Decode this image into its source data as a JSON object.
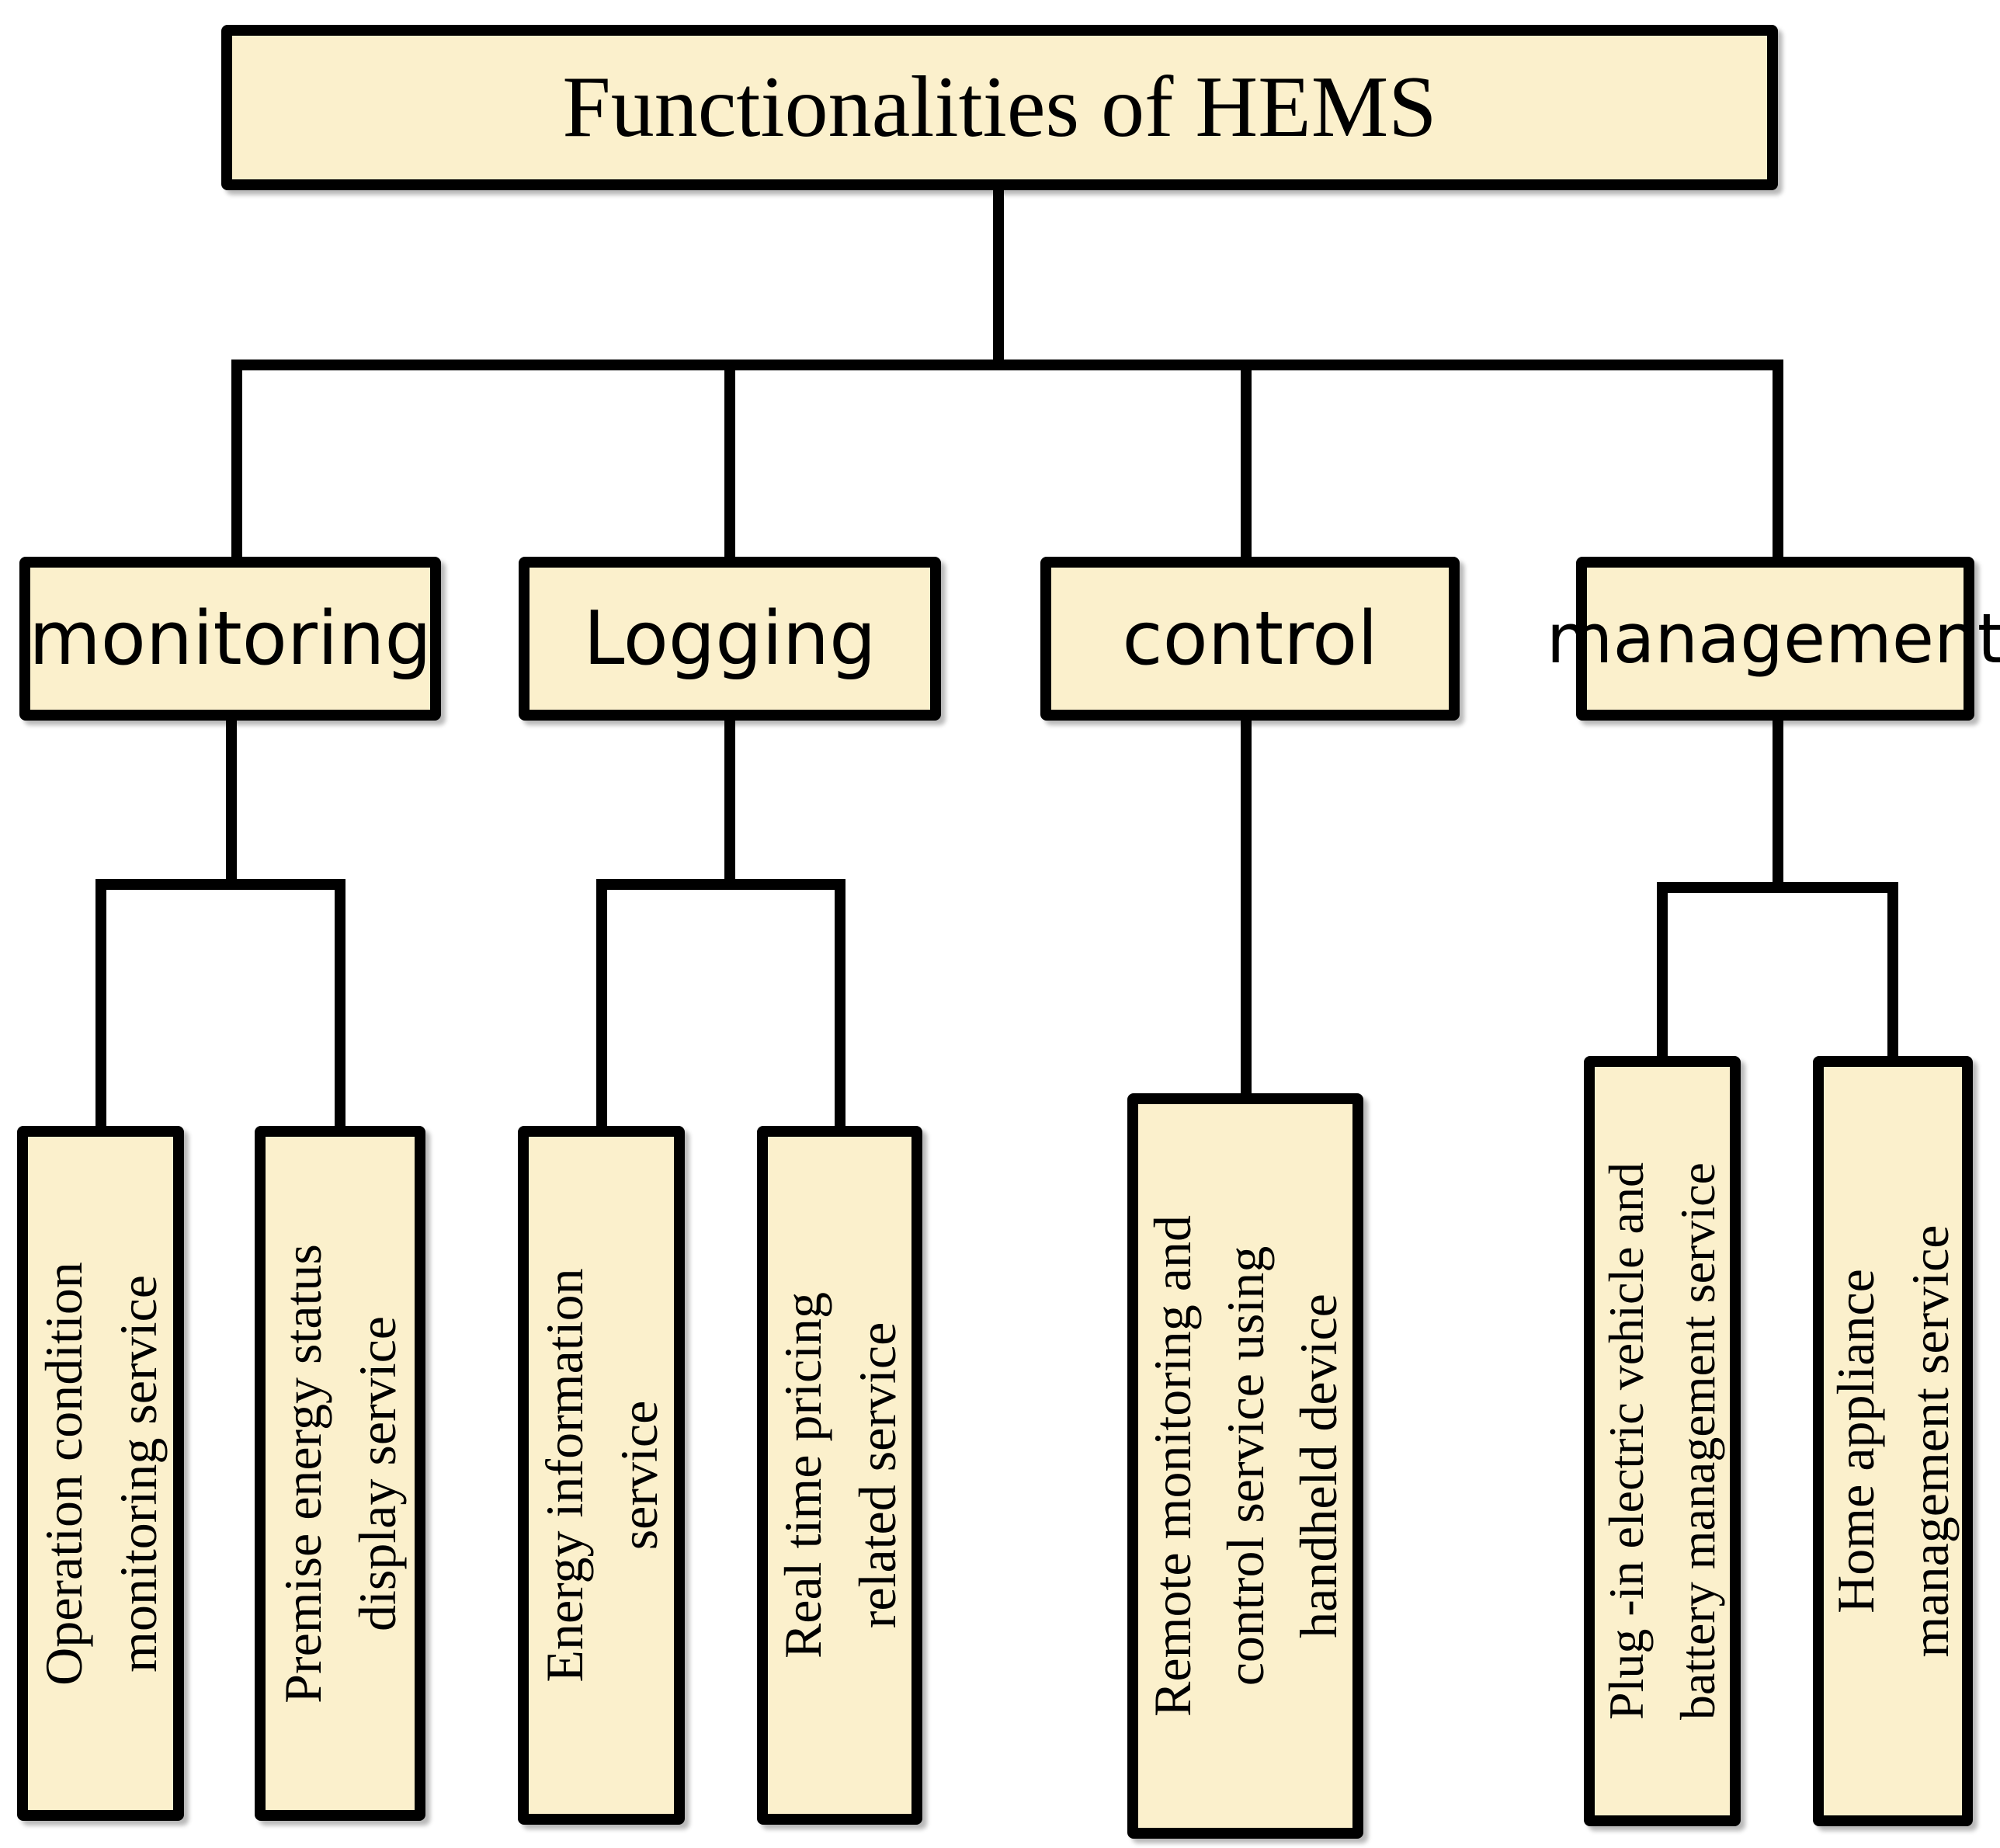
{
  "root": {
    "label": "Functionalities of HEMS"
  },
  "level2": [
    {
      "label": "monitoring"
    },
    {
      "label": "Logging"
    },
    {
      "label": "control"
    },
    {
      "label": "management"
    }
  ],
  "leaves": [
    {
      "parent": "monitoring",
      "lines": [
        "Operation condition",
        "monitoring service"
      ]
    },
    {
      "parent": "monitoring",
      "lines": [
        "Premise energy status",
        "display service"
      ]
    },
    {
      "parent": "Logging",
      "lines": [
        "Energy information",
        "service"
      ]
    },
    {
      "parent": "Logging",
      "lines": [
        "Real time pricing",
        "related service"
      ]
    },
    {
      "parent": "control",
      "lines": [
        "Remote monitoring and",
        "control service using",
        "handheld device"
      ]
    },
    {
      "parent": "management",
      "lines": [
        "Plug -in electric vehicle and",
        "battery management service"
      ]
    },
    {
      "parent": "management",
      "lines": [
        "Home appliance",
        "management service"
      ]
    }
  ],
  "colors": {
    "box_fill": "#FBF0CC",
    "box_border": "#000000",
    "connector": "#000000",
    "background": "#FFFFFF",
    "text": "#000000"
  }
}
